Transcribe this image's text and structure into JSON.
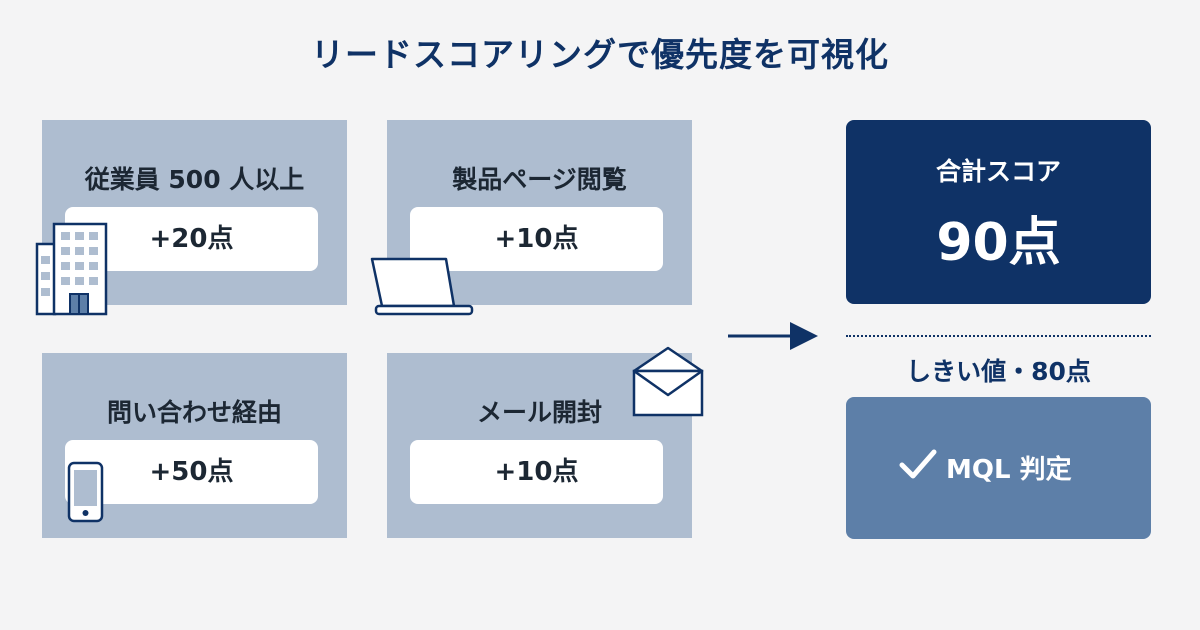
{
  "title": "リードスコアリングで優先度を可視化",
  "cards": [
    {
      "label": "従業員 500 人以上",
      "score": "+20点",
      "icon": "building-icon"
    },
    {
      "label": "製品ページ閲覧",
      "score": "+10点",
      "icon": "laptop-icon"
    },
    {
      "label": "問い合わせ経由",
      "score": "+50点",
      "icon": "smartphone-icon"
    },
    {
      "label": "メール開封",
      "score": "+10点",
      "icon": "envelope-icon"
    }
  ],
  "total": {
    "label": "合計スコア",
    "value": "90点"
  },
  "threshold": "しきい値・80点",
  "result": {
    "label": "MQL 判定",
    "icon": "check-icon"
  },
  "colors": {
    "title": "#0f3266",
    "card_bg": "#aebdd0",
    "total_bg": "#0f3266",
    "result_bg": "#5d7fa8",
    "page_bg": "#f4f4f5"
  }
}
